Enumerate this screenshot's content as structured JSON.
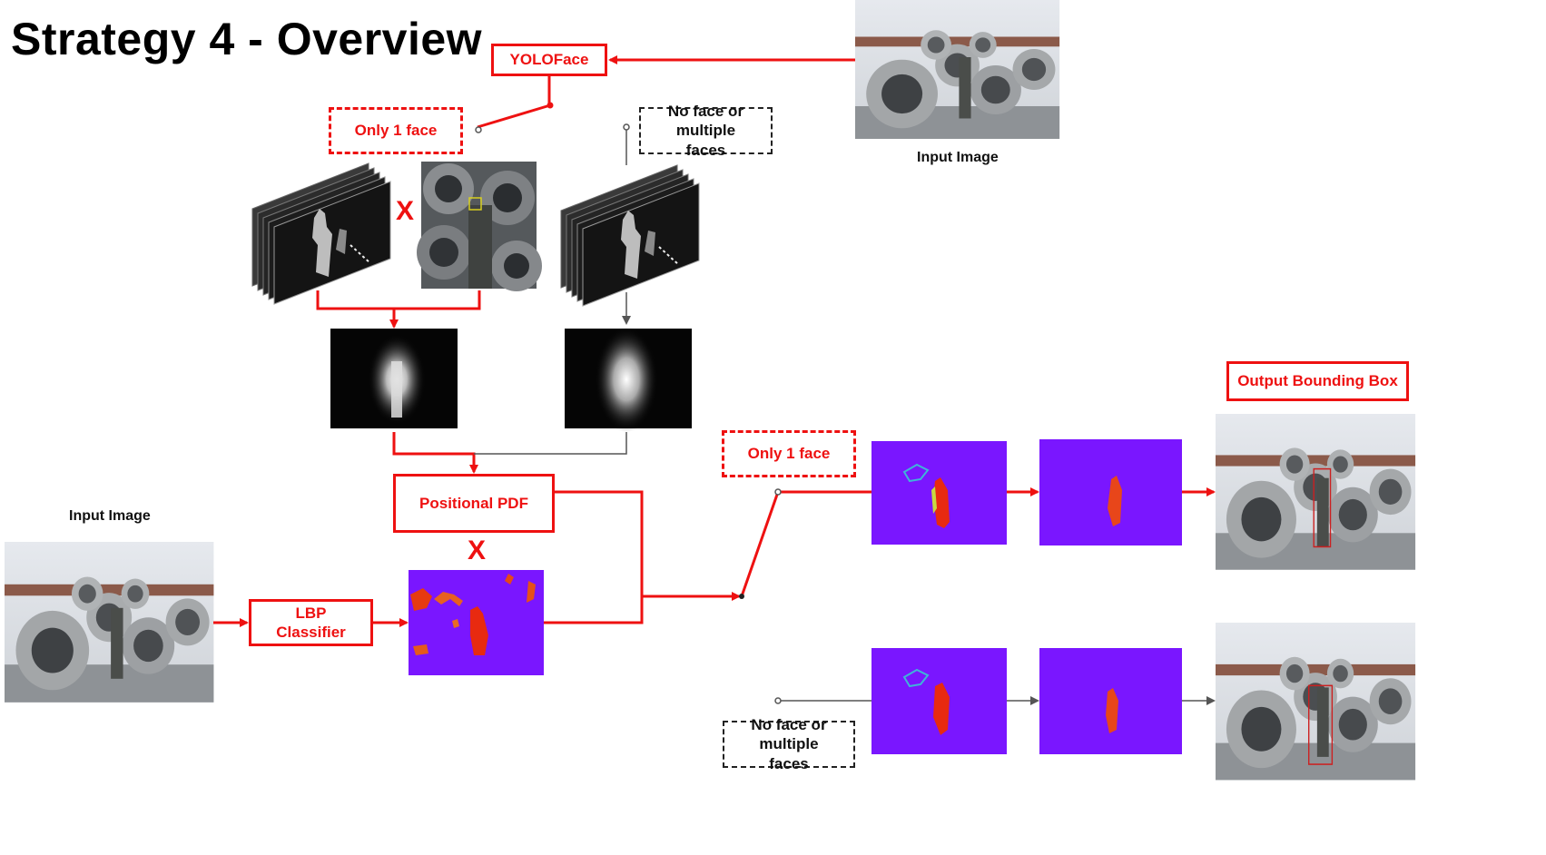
{
  "title": "Strategy 4 - Overview",
  "labels": {
    "yoloface": "YOLOFace",
    "only_one_face_top": "Only 1 face",
    "no_face_top": "No face or multiple faces",
    "input_image_top": "Input Image",
    "input_image_left": "Input Image",
    "lbp_classifier": "LBP Classifier",
    "positional_pdf": "Positional PDF",
    "only_one_face_right": "Only 1 face",
    "no_face_bottom": "No face or multiple faces",
    "output_bounding_box": "Output Bounding Box",
    "multiply_top": "X",
    "multiply_mid": "X"
  },
  "colors": {
    "accent_red": "#ee1111",
    "flow_gray": "#555555",
    "heatmap_purple": "#7a16ff",
    "heatmap_red": "#e82a10"
  }
}
